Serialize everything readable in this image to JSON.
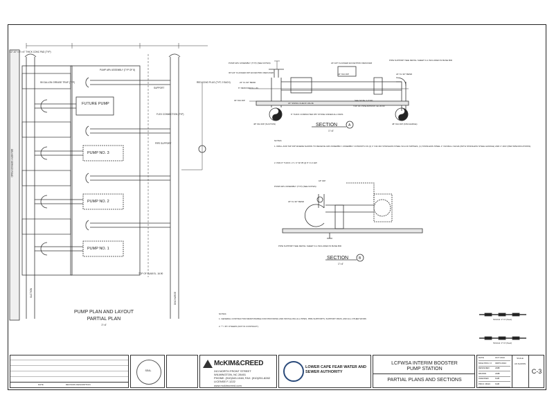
{
  "plan": {
    "title_line1": "PUMP PLAN AND LAYOUT",
    "title_line2": "PARTIAL PLAN",
    "scale": "1\"=4'",
    "road_label": "DELIVERY SERVICE ROAD",
    "left_note": "12\"-10\" x 5' x 6\" THICK CONC PAD (TYP)",
    "pumps": [
      "FUTURE PUMP",
      "PUMP NO. 3",
      "PUMP NO. 2",
      "PUMP NO. 1"
    ],
    "callouts": {
      "arv": "PUMP ARV ASSEMBLY (TYP OF 8)",
      "reducing": "REDUCING PLUG (TYP, 2 EACH)",
      "support": "SUPPORT",
      "pipe_support": "PIPE SUPPORT",
      "flex": "FLEX CONNECTION (TYP)",
      "top_slab": "TOP OF SLAB EL. 16.90",
      "suction": "SUCTION",
      "discharge": "DISCHARGE",
      "sump": "55 GALLON GREASE TRAP (TYP)"
    }
  },
  "section_a": {
    "title": "SECTION",
    "marker": "A",
    "scale": "1\"=4'",
    "callouts": [
      "PUMP ARV ASSEMBLY (TYP) (SEE NOTES)",
      "30\"x24\" FLANGED DIP ECCENTRIC REDUCER",
      "24\" FL 90° BEND",
      "6\" REDUCER FL x FL",
      "18\" SWING CHECK VALVE",
      "30\" DIA DIP",
      "6\" THICK COMPACTED #57 STONE UNDER ALL PADS",
      "24\"x18\" FLANGED ECCENTRIC REDUCER",
      "24\" DIA DIP",
      "PIPE SUPPORT SEE DETAIL SHEET D-1 INCLUDED IN BASE BID",
      "24\" FL 90° BEND",
      "SEE NOTE 3 (TYP)",
      "TOP OF PIPE APPROX. EL 20.00"
    ],
    "suction_label": "48\" DIA DIP (SUCTION)",
    "discharge_label": "48\" DIA DIP (DISCHARGE)"
  },
  "notes_a": {
    "heading": "NOTES:",
    "items": [
      "1. DRILL AND TAP DIP WHERE SHOWN TO RECEIVE ARV ASSEMBLY. ASSEMBLY CONSISTS OF (2) 1\" DIA 316 STAINLESS STEEL SCH 40 NIPPLES, (1) STAINLESS STEEL 1\" DIA BALL VALVE (WITH STAINLESS STEEL HANDLE) AND 1\" ARV (PER SPECIFICATIONS).",
      "2. PAD-6\" THICK x 3' x 3' W/ #5 @ 6\" O-C EW"
    ]
  },
  "section_b": {
    "title": "SECTION",
    "marker": "B",
    "scale": "1\"=4'",
    "callouts": [
      "PUMP ARV ASSEMBLY (TYP) (SEE NOTES)",
      "18\" DIP",
      "18\" FL 90° BEND",
      "PIPE SUPPORT SEE DETAIL SHEET D-1 INCLUDED IN BASE BID"
    ]
  },
  "general_notes": {
    "heading": "NOTES:",
    "items": [
      "1. GENERAL CONTRACTOR RESPONSIBLE FOR PROVIDING AND INSTALLING ALL PIPES, PIPE SUPPORTS, SUPPORT PADS, AND ALL OTHER WORK.",
      "2. ** = BY OTHERS (NOT IN CONTRACT)."
    ]
  },
  "scales": [
    "SCALE: 1\"=4' (Feet)",
    "SCALE: 1\"=4' (Feet)"
  ],
  "title_block": {
    "company": "McKIM&CREED",
    "company_address": [
      "243 NORTH FRONT STREET",
      "WILMINGTON, NC 28401",
      "PHONE: (910)343-1048, FAX: (910)251-8282",
      "LICENSE F-1222"
    ],
    "company_web": "www.mckimcreed.com",
    "authority": "LOWER CAPE FEAR WATER AND SEWER AUTHORITY",
    "project_line1": "LCFWSA INTERIM BOOSTER",
    "project_line2": "PUMP STATION",
    "sheet_title": "PARTIAL PLANS AND SECTIONS",
    "sheet_number": "C-3",
    "info": [
      [
        "DATE",
        "OCT 2013"
      ],
      [
        "MCE PROJ. #",
        "03870-0024"
      ],
      [
        "DESIGNED",
        "AMB"
      ],
      [
        "DRAWN",
        "AMB"
      ],
      [
        "CHECKED",
        "KAB"
      ],
      [
        "PROJ. MGR.",
        "KAB"
      ]
    ],
    "scale_label": "SCALE",
    "scale_value": "AS SHOWN",
    "revision_headers": [
      "DATE",
      "REVISION DESCRIPTION"
    ],
    "seal_label": "SEAL"
  }
}
